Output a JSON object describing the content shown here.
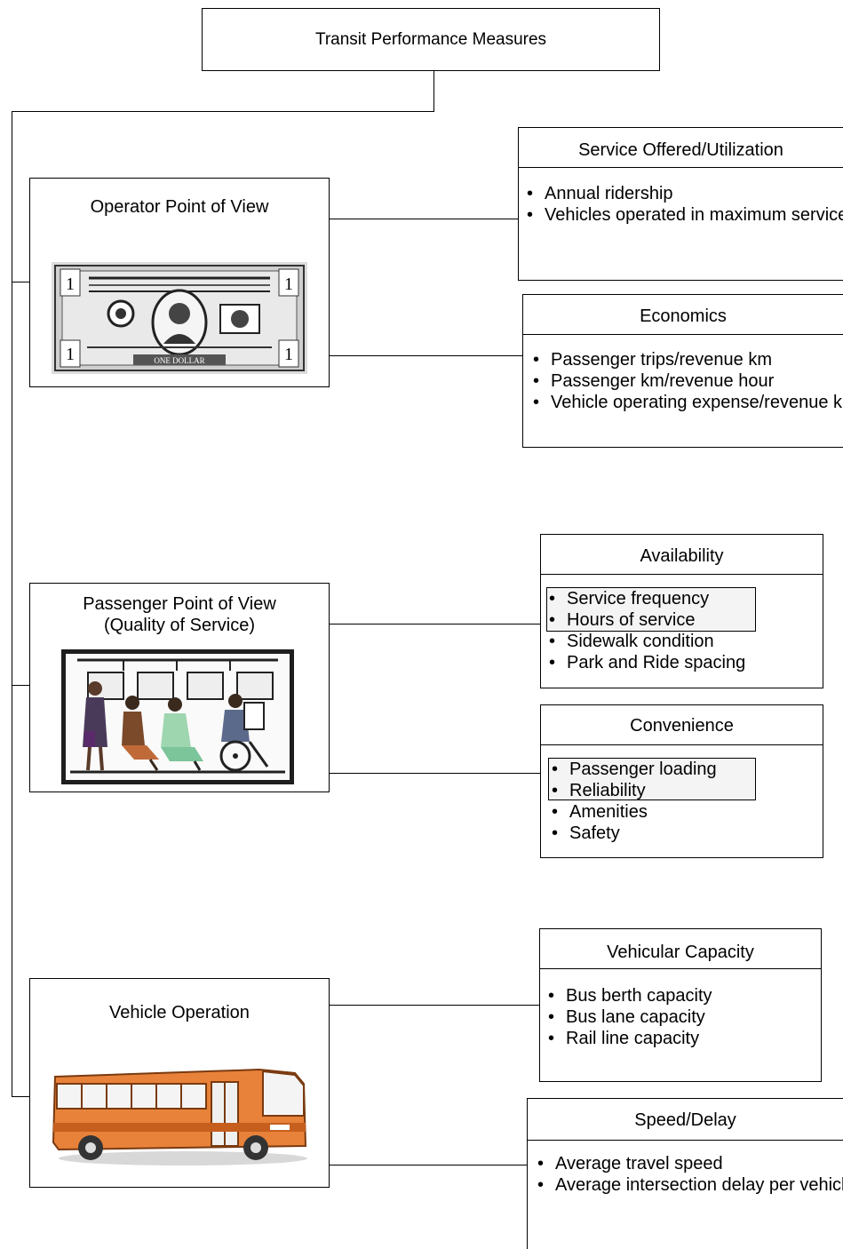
{
  "root": {
    "title": "Transit Performance Measures"
  },
  "operator": {
    "title": "Operator Point of View",
    "service": {
      "header": "Service Offered/Utilization",
      "items": [
        "Annual ridership",
        "Vehicles operated in maximum service"
      ]
    },
    "economics": {
      "header": "Economics",
      "items": [
        "Passenger trips/revenue km",
        "Passenger km/revenue hour",
        "Vehicle operating expense/revenue km"
      ]
    }
  },
  "passenger": {
    "title_line1": "Passenger Point of View",
    "title_line2": "(Quality of Service)",
    "availability": {
      "header": "Availability",
      "items": [
        "Service frequency",
        "Hours of service",
        "Sidewalk condition",
        "Park and Ride spacing"
      ]
    },
    "convenience": {
      "header": "Convenience",
      "items": [
        "Passenger loading",
        "Reliability",
        "Amenities",
        "Safety"
      ]
    }
  },
  "vehicle": {
    "title": "Vehicle Operation",
    "capacity": {
      "header": "Vehicular Capacity",
      "items": [
        "Bus berth capacity",
        "Bus lane capacity",
        "Rail line capacity"
      ]
    },
    "speed": {
      "header": "Speed/Delay",
      "items": [
        "Average travel speed",
        "Average intersection delay per vehicle"
      ]
    }
  },
  "dollar_text": "ONE DOLLAR",
  "colors": {
    "bus_body": "#e8823a",
    "bus_dark": "#c65f1e",
    "border": "#000000",
    "highlight": "#f4f4f4"
  }
}
